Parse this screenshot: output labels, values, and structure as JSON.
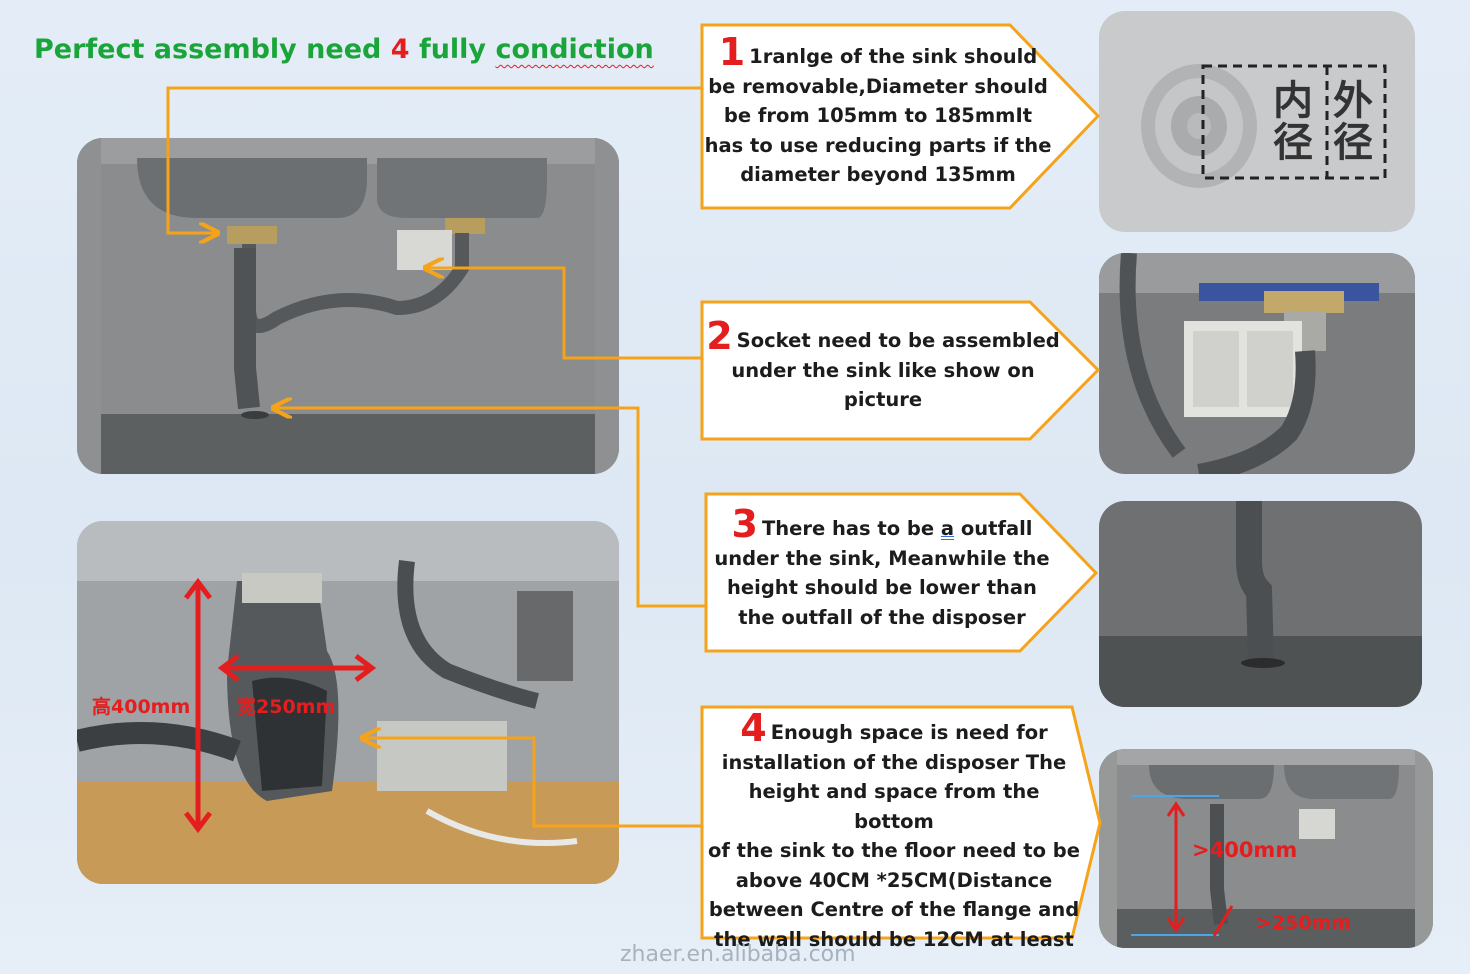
{
  "title": {
    "prefix": "Perfect assembly need ",
    "number": "4",
    "middle": " fully ",
    "misspelled": "condiction"
  },
  "colors": {
    "accent_orange": "#f5a31a",
    "title_green": "#1aa53a",
    "highlight_red": "#e41e1e"
  },
  "steps": [
    {
      "number": "1",
      "lines": [
        "1ranlge of the sink should",
        "be removable,Diameter should",
        "be from 105mm to 185mmIt",
        "has to use reducing parts if the",
        "diameter beyond 135mm"
      ]
    },
    {
      "number": "2",
      "lines": [
        "Socket need to be assembled",
        "under the sink like show on",
        "picture"
      ]
    },
    {
      "number": "3",
      "line1_before": "There has to be ",
      "line1_underlined": "a",
      "line1_after": " outfall",
      "lines": [
        "under the sink, Meanwhile the",
        "height should be lower than",
        "the outfall of the disposer"
      ]
    },
    {
      "number": "4",
      "lines": [
        "Enough space is need for",
        "installation of the disposer The",
        "height and space from the bottom",
        "of the sink to the floor need to be",
        "above 40CM *25CM(Distance",
        "between Centre of the flange and",
        "the wall should be 12CM at least"
      ]
    }
  ],
  "photo_labels": {
    "flange_inner": [
      "内",
      "径"
    ],
    "flange_outer": [
      "外",
      "径"
    ],
    "disposer_height": "高400mm",
    "disposer_width": "宽250mm",
    "space_height": ">400mm",
    "space_width": ">250mm"
  },
  "watermark": "zhaer.en.alibaba.com"
}
